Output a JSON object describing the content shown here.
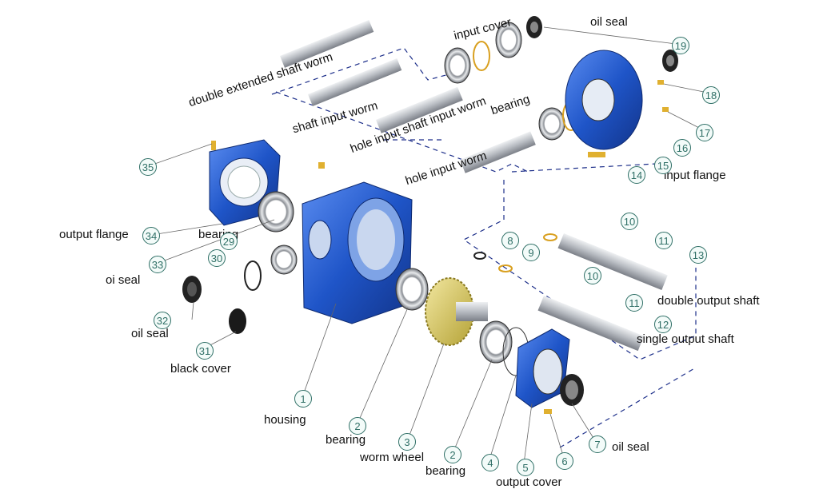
{
  "colors": {
    "housing_blue": "#1f55c8",
    "shaft_gray": "#b8bcc2",
    "gear_yellow": "#d9c85a",
    "callout": "#2f6f66",
    "leader_dash": "#1d2f8a"
  },
  "labels": {
    "double_extended_shaft_worm": "double extended shaft worm",
    "shaft_input_worm": "shaft input worm",
    "hole_input_shaft_input_worm": "hole input  shaft input worm",
    "hole_input_worm": "hole input worm",
    "input_cover": "input cover",
    "oil_seal_top": "oil seal",
    "bearing_top": "bearing",
    "input_flange": "input flange",
    "output_flange": "output flange",
    "bearing_left": "bearing",
    "oi_seal": "oi seal",
    "oil_seal_left": "oil seal",
    "black_cover": "black cover",
    "housing": "housing",
    "bearing_2a": "bearing",
    "worm_wheel": "worm wheel",
    "bearing_2b": "bearing",
    "output_cover": "output cover",
    "oil_seal_7": "oil seal",
    "double_output_shaft": "double output shaft",
    "single_output_shaft": "single output shaft"
  },
  "callouts": {
    "c1": "1",
    "c2a": "2",
    "c3": "3",
    "c2b": "2",
    "c4": "4",
    "c5": "5",
    "c6": "6",
    "c7": "7",
    "c8": "8",
    "c9": "9",
    "c10a": "10",
    "c11a": "11",
    "c13": "13",
    "c10b": "10",
    "c11b": "11",
    "c12": "12",
    "c33": "33",
    "c34": "34",
    "c29": "29",
    "c30": "30",
    "c32": "32",
    "c31": "31",
    "c35": "35",
    "c14": "14",
    "c15": "15",
    "c16": "16",
    "c17": "17",
    "c18": "18",
    "c19": "19"
  }
}
